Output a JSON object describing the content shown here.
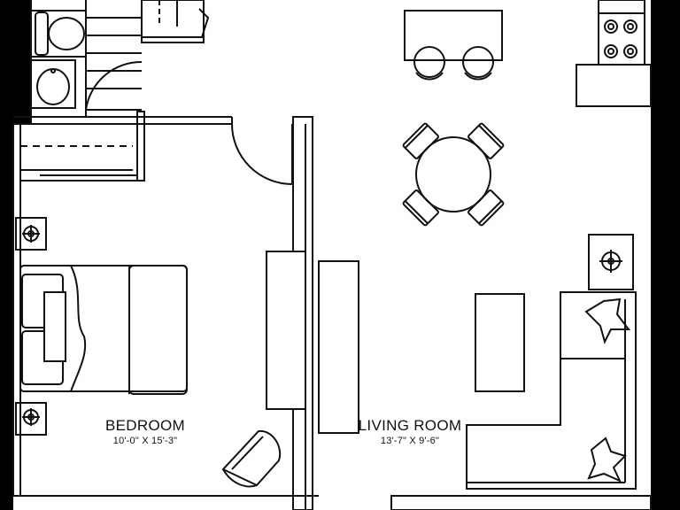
{
  "rooms": {
    "bedroom": {
      "name": "BEDROOM",
      "dimensions": "10'-0\" X 15'-3\""
    },
    "living_room": {
      "name": "LIVING ROOM",
      "dimensions": "13'-7\" X 9'-6\""
    }
  },
  "colors": {
    "line": "#111111",
    "background": "#ffffff",
    "wall_fill": "#000000"
  },
  "icons": [
    "toilet-icon",
    "sink-icon",
    "stove-icon",
    "bed-icon",
    "table-lamp-icon",
    "dining-table-icon",
    "chair-icon",
    "sofa-icon",
    "pillow-icon",
    "armchair-icon",
    "door-swing-icon"
  ]
}
